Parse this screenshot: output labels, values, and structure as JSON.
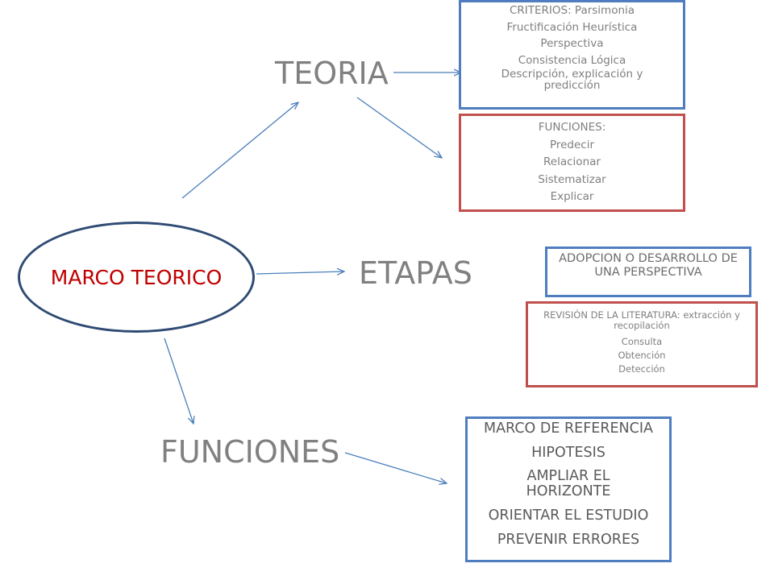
{
  "colors": {
    "ellipse_border": "#2f4b74",
    "center_text": "#c00000",
    "heading_text": "#808080",
    "box_blue": "#4f7ec0",
    "box_red": "#c0504d",
    "arrow": "#4a7ebb"
  },
  "center": {
    "label": "MARCO TEORICO"
  },
  "nodes": {
    "teoria": "TEORIA",
    "etapas": "ETAPAS",
    "funciones": "FUNCIONES"
  },
  "boxes": {
    "criterios": {
      "lines": [
        "CRITERIOS: Parsimonia",
        "Fructificación Heurística",
        "Perspectiva",
        "Consistencia Lógica",
        "Descripción, explicación y predicción"
      ]
    },
    "funciones_teoria": {
      "lines": [
        "FUNCIONES:",
        "Predecir",
        "Relacionar",
        "Sistematizar",
        "Explicar"
      ]
    },
    "adopcion": {
      "text": "ADOPCION O DESARROLLO DE UNA PERSPECTIVA"
    },
    "revision": {
      "lines": [
        "REVISIÓN DE LA LITERATURA: extracción y recopilación",
        "Consulta",
        "Obtención",
        "Detección"
      ]
    },
    "funciones_marco": {
      "lines": [
        "MARCO DE REFERENCIA",
        "HIPOTESIS",
        "AMPLIAR EL HORIZONTE",
        "ORIENTAR EL ESTUDIO",
        "PREVENIR ERRORES"
      ]
    }
  }
}
